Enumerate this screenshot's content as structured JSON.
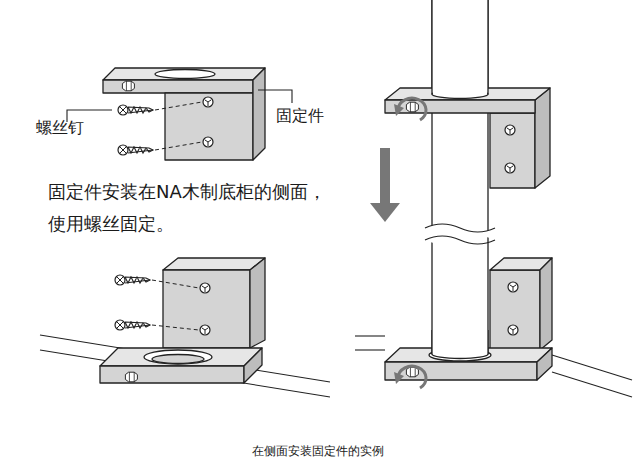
{
  "diagram": {
    "caption": "在侧面安装固定件的实例",
    "labels": [
      "螺丝钉",
      "固定件",
      "固定件安装在NA木制底柜的侧面， 使用螺丝固定。"
    ]
  }
}
